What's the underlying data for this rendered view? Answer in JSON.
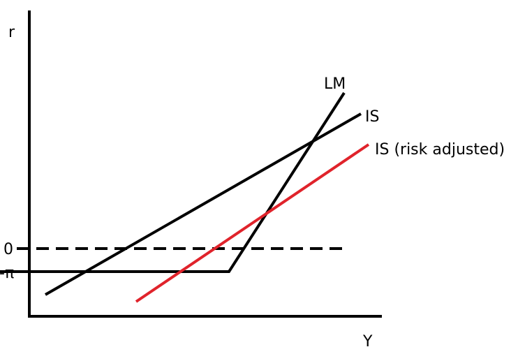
{
  "axes": {
    "y_label": "r",
    "x_label": "Y"
  },
  "levels": {
    "zero_label": "0",
    "neg_pi_label": "-π"
  },
  "curves": {
    "lm": {
      "label": "LM",
      "color": "#000000"
    },
    "is": {
      "label": "IS",
      "color": "#000000"
    },
    "is_risk": {
      "label": "IS (risk adjusted)",
      "color": "#e0232b"
    }
  },
  "colors": {
    "axis": "#000000",
    "dashed_line": "#000000"
  }
}
